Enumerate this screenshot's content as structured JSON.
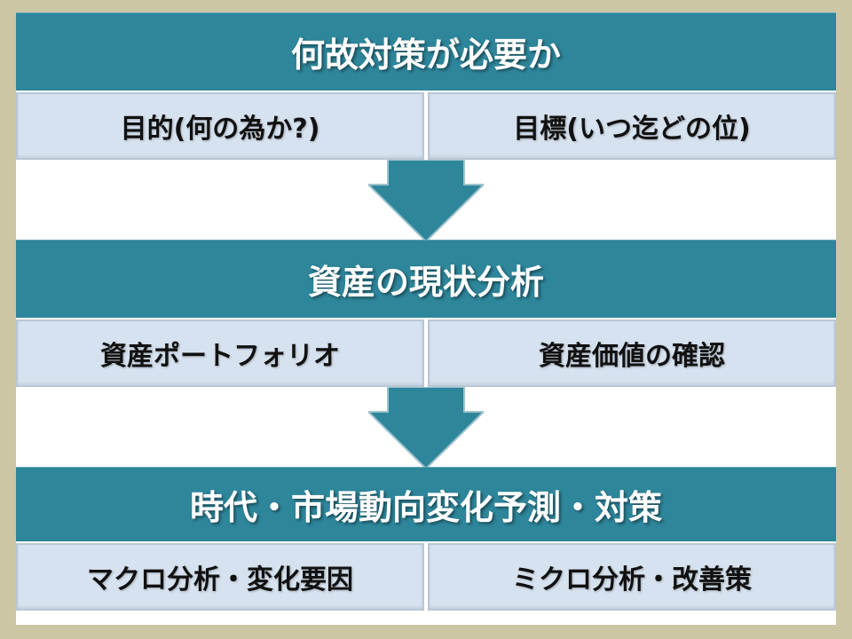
{
  "colors": {
    "background": "#ccc6a4",
    "header": "#2e869b",
    "subcell": "#d6e2ef",
    "arrow": "#2e869b"
  },
  "sections": [
    {
      "title": "何故対策が必要か",
      "items": [
        "目的(何の為か?)",
        "目標(いつ迄どの位)"
      ]
    },
    {
      "title": "資産の現状分析",
      "items": [
        "資産ポートフォリオ",
        "資産価値の確認"
      ]
    },
    {
      "title": "時代・市場動向変化予測・対策",
      "items": [
        "マクロ分析・変化要因",
        "ミクロ分析・改善策"
      ]
    }
  ]
}
